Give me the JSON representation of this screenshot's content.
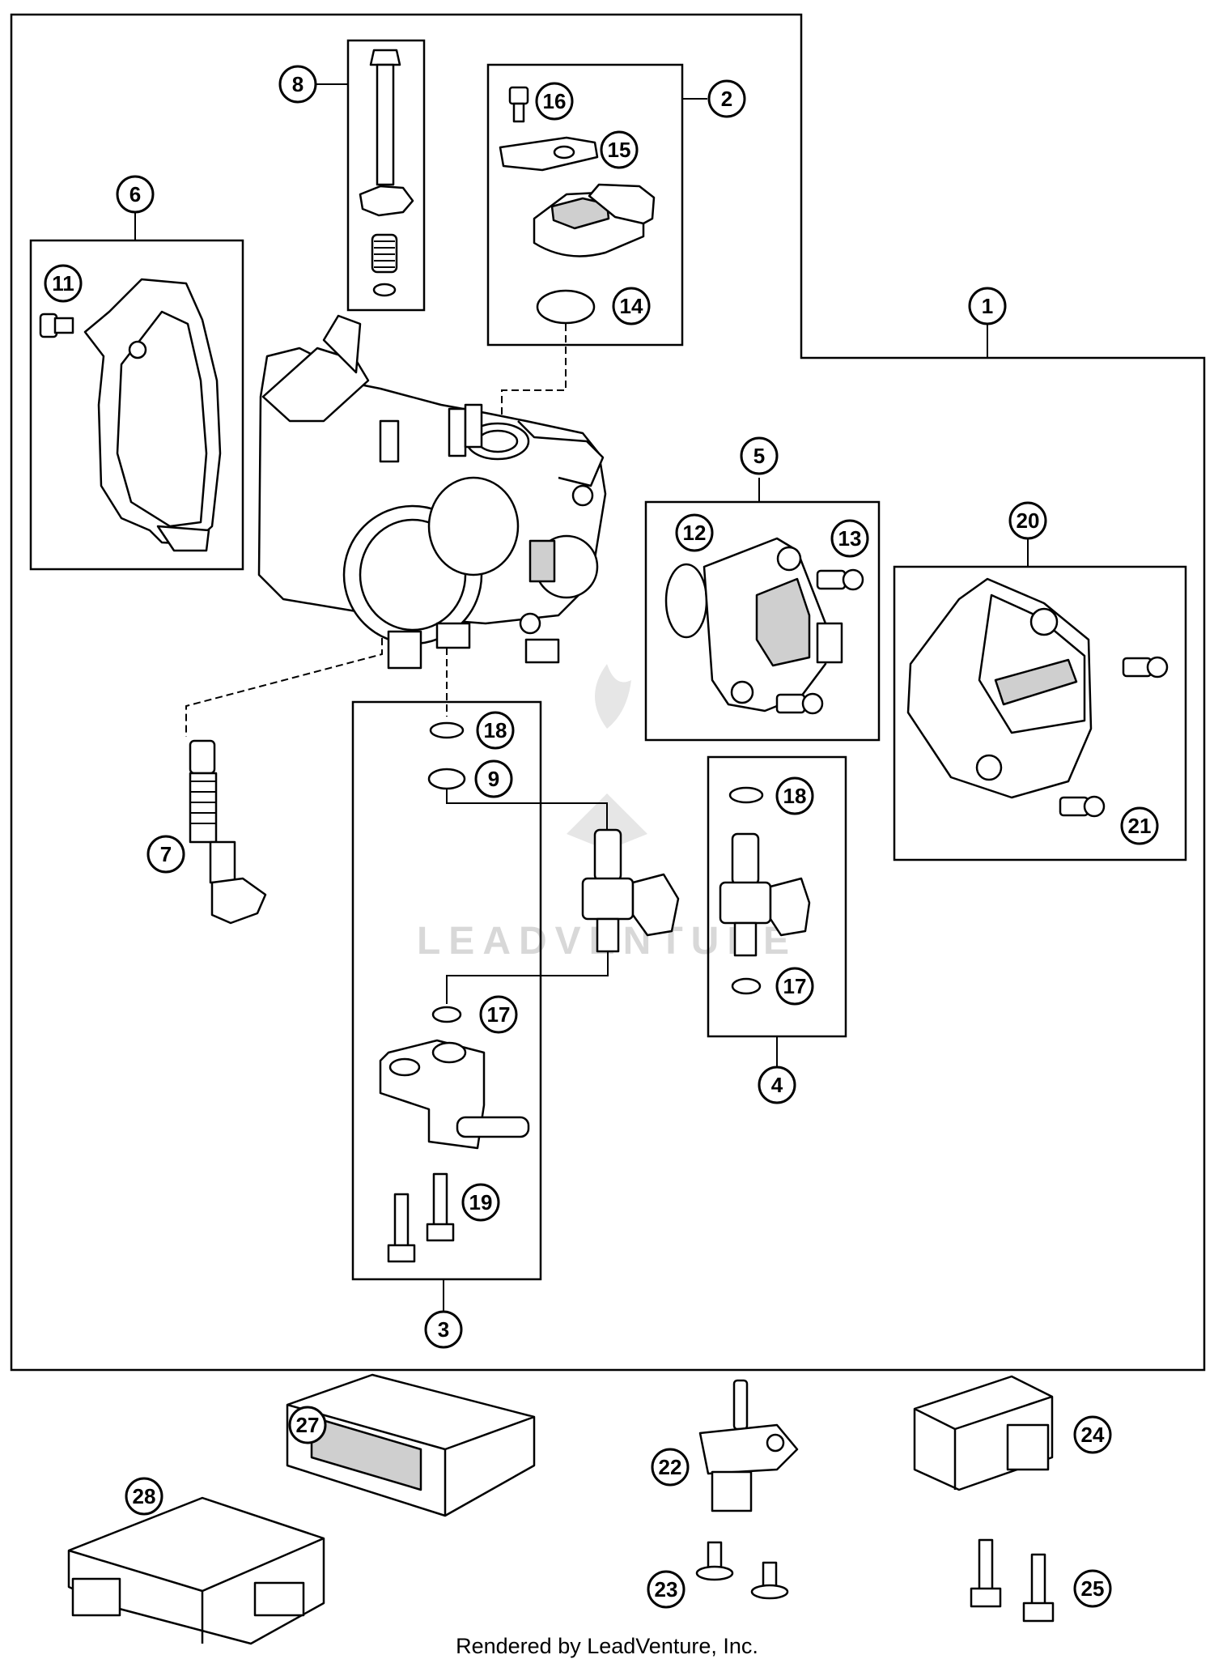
{
  "watermark": "LEADVENTURE",
  "footer_text": "Rendered by LeadVenture, Inc.",
  "callouts": {
    "c1": "1",
    "c2": "2",
    "c3": "3",
    "c4": "4",
    "c5": "5",
    "c6": "6",
    "c7": "7",
    "c8": "8",
    "c9": "9",
    "c11": "11",
    "c12": "12",
    "c13": "13",
    "c14": "14",
    "c15": "15",
    "c16": "16",
    "c17a": "17",
    "c17b": "17",
    "c18a": "18",
    "c18b": "18",
    "c19": "19",
    "c20": "20",
    "c21": "21",
    "c22": "22",
    "c23": "23",
    "c24": "24",
    "c25": "25",
    "c27": "27",
    "c28": "28"
  },
  "colors": {
    "line": "#000000",
    "fill": "#ffffff",
    "shade": "#cfcfcf",
    "watermark": "#d8d8d8"
  }
}
